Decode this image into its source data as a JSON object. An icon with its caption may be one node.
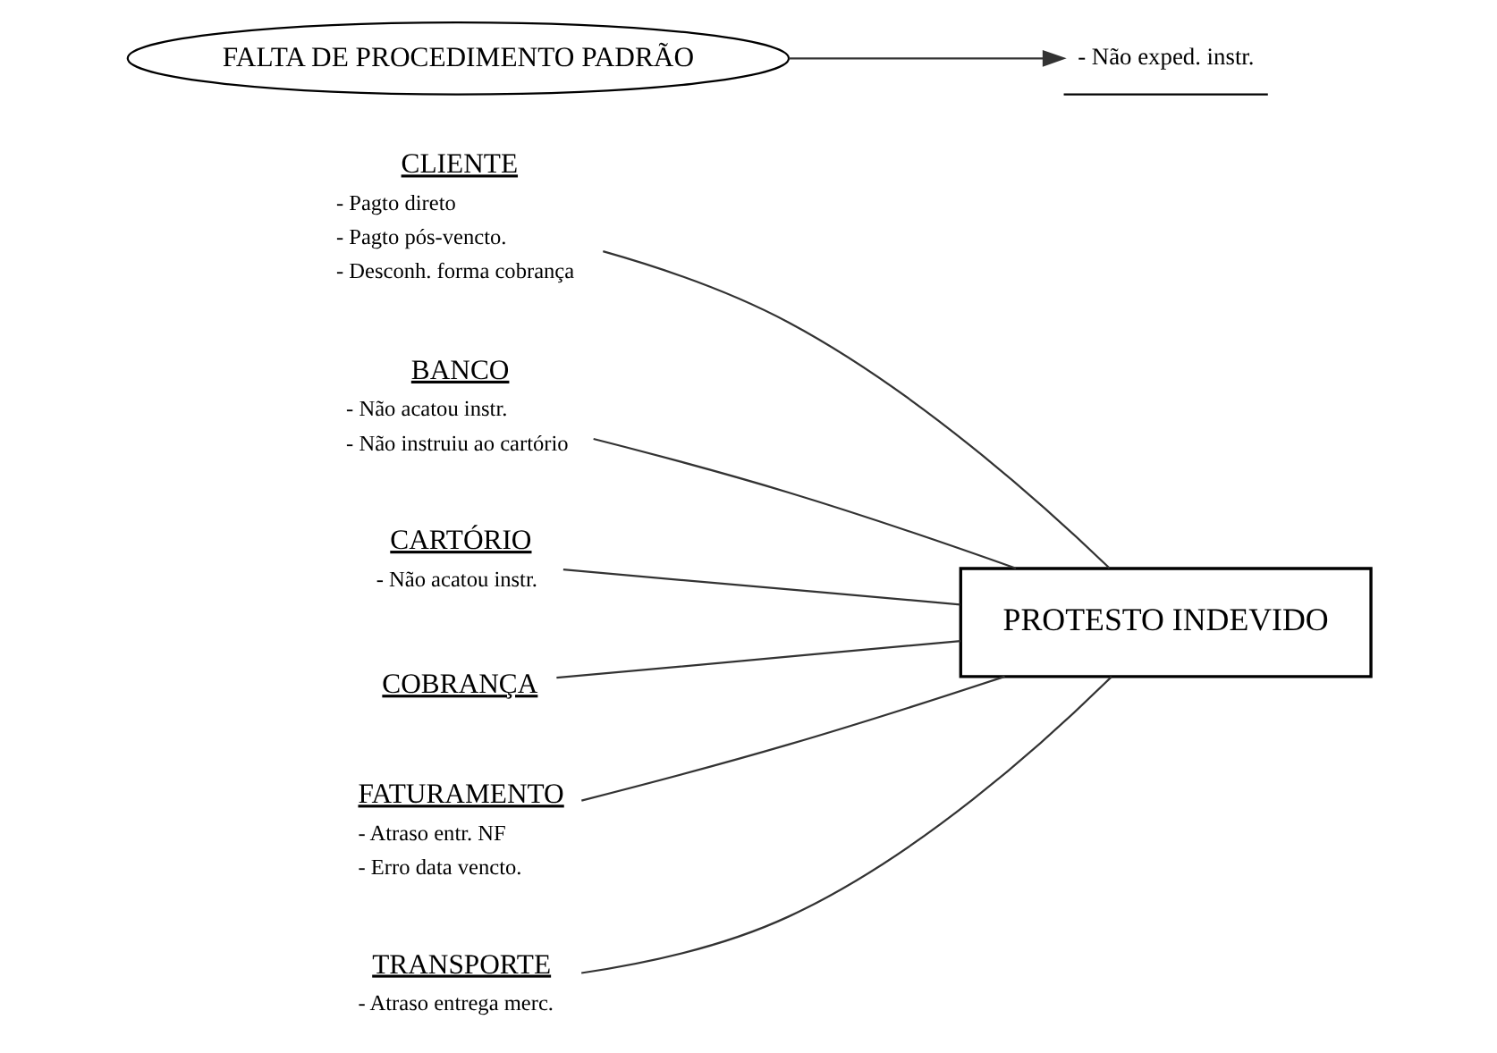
{
  "diagram": {
    "nodes": [
      {
        "text": [
          "CLIENTE"
        ],
        "beside": [
          "- Pagto direto",
          "- Pagto pós-vencto.",
          "- Desconh. forma cobrança"
        ]
      },
      {
        "text": [
          "BANCO"
        ],
        "beside": [
          "- Não acatou instr.",
          "- Não instruiu ao cartório"
        ]
      },
      {
        "text": [
          "CARTÓRIO"
        ],
        "beside": [
          "- Não acatou instr."
        ]
      },
      {
        "text": [
          "PROTESTO INDEVIDO"
        ]
      },
      {
        "text": [
          "- Não exped. instr."
        ]
      },
      {
        "text": [
          "COBRANÇA"
        ]
      },
      {
        "text": [
          "FATURAMENTO"
        ],
        "beside": [
          "- Atraso entr. NF",
          "- Erro data vencto."
        ]
      },
      {
        "text": [
          "TRANSPORTE"
        ],
        "beside": [
          "- Atraso entrega merc."
        ]
      },
      {
        "text": [
          "FALTA DE PROCEDIMENTO PADRÃO"
        ]
      }
    ],
    "edges": [
      {
        "from": 0,
        "to": 3,
        "arrow": "none"
      },
      {
        "from": 1,
        "to": 3,
        "arrow": "none"
      },
      {
        "from": 2,
        "to": 3,
        "arrow": "none"
      },
      {
        "from": 5,
        "to": 3,
        "arrow": "none"
      },
      {
        "from": 6,
        "to": 3,
        "arrow": "none"
      },
      {
        "from": 7,
        "to": 3,
        "arrow": "none"
      },
      {
        "from": 8,
        "to": 4,
        "arrow": "to"
      }
    ]
  }
}
